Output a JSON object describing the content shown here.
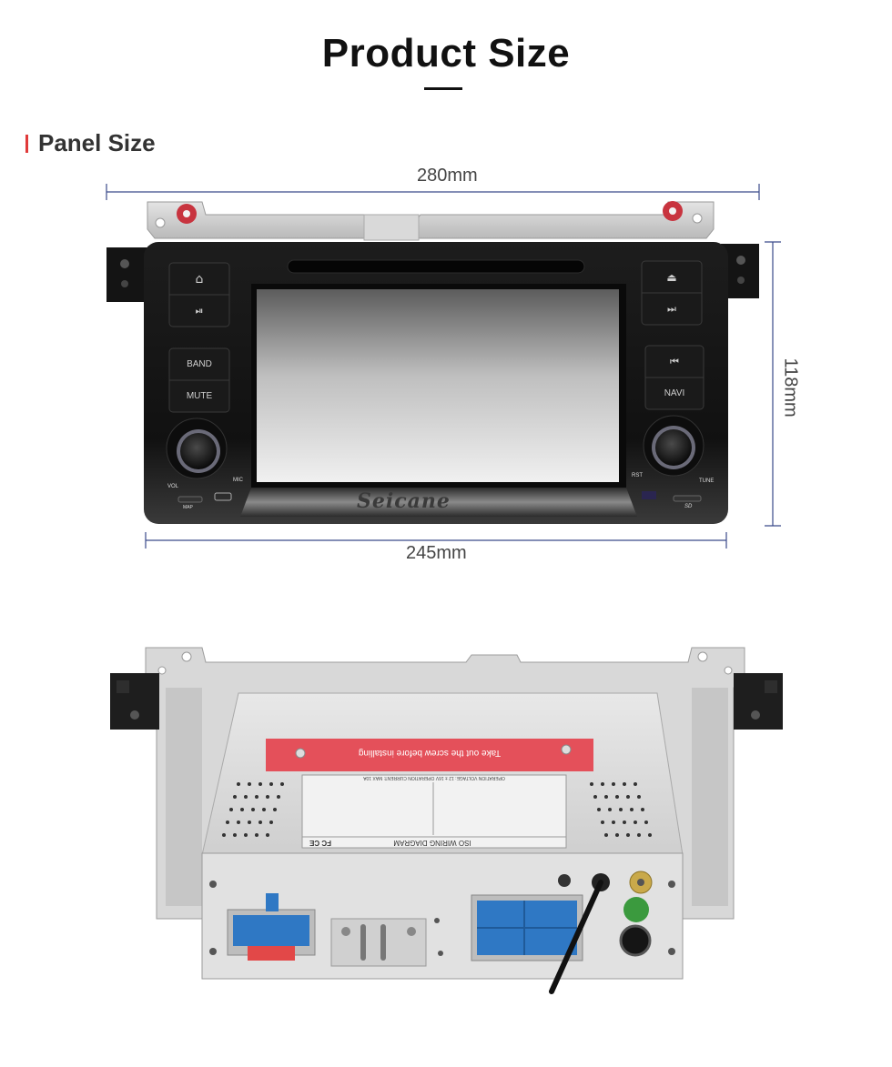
{
  "header": {
    "title": "Product Size"
  },
  "section": {
    "title": "Panel Size"
  },
  "dimensions": {
    "top_width": "280mm",
    "height": "118mm",
    "bottom_width": "245mm"
  },
  "front_panel": {
    "brand": "Seicane",
    "buttons": {
      "home": "⌂",
      "play_pause": "⏯",
      "band": "BAND",
      "mute": "MUTE",
      "eject": "⏏",
      "next": "⏭",
      "prev": "⏮",
      "navi": "NAVI"
    },
    "small_labels": {
      "vol": "VOL",
      "mic": "MIC",
      "map": "MAP",
      "rst": "RST",
      "tune": "TUNE",
      "sd": "SD"
    }
  },
  "rear_panel": {
    "warning_label": "Take out the screw before installing",
    "diagram_label": "ISO  WIRING  DIAGRAM",
    "spec_label": "OPERATION VOLTAGE: 12 ± 16V    OPERATION CURRENT: MAX 10A",
    "fc_mark": "FC CE"
  },
  "colors": {
    "accent": "#e03a3a",
    "dimension_line": "#3a4a8a",
    "panel_black": "#141414",
    "connector_blue": "#2f78c4"
  }
}
